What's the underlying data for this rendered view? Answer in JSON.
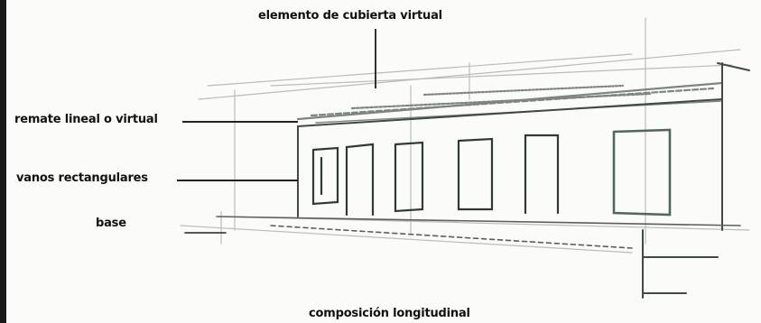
{
  "diagram": {
    "labels": {
      "roof": "elemento de cubierta virtual",
      "remate": "remate lineal o virtual",
      "vanos": "vanos rectangulares",
      "base": "base",
      "caption": "composición longitudinal"
    },
    "colors": {
      "ink": "#222222",
      "sketch_gray": "#8a8f8a",
      "green_tint": "#5e7a6a",
      "left_border": "#1a1a1a"
    }
  }
}
